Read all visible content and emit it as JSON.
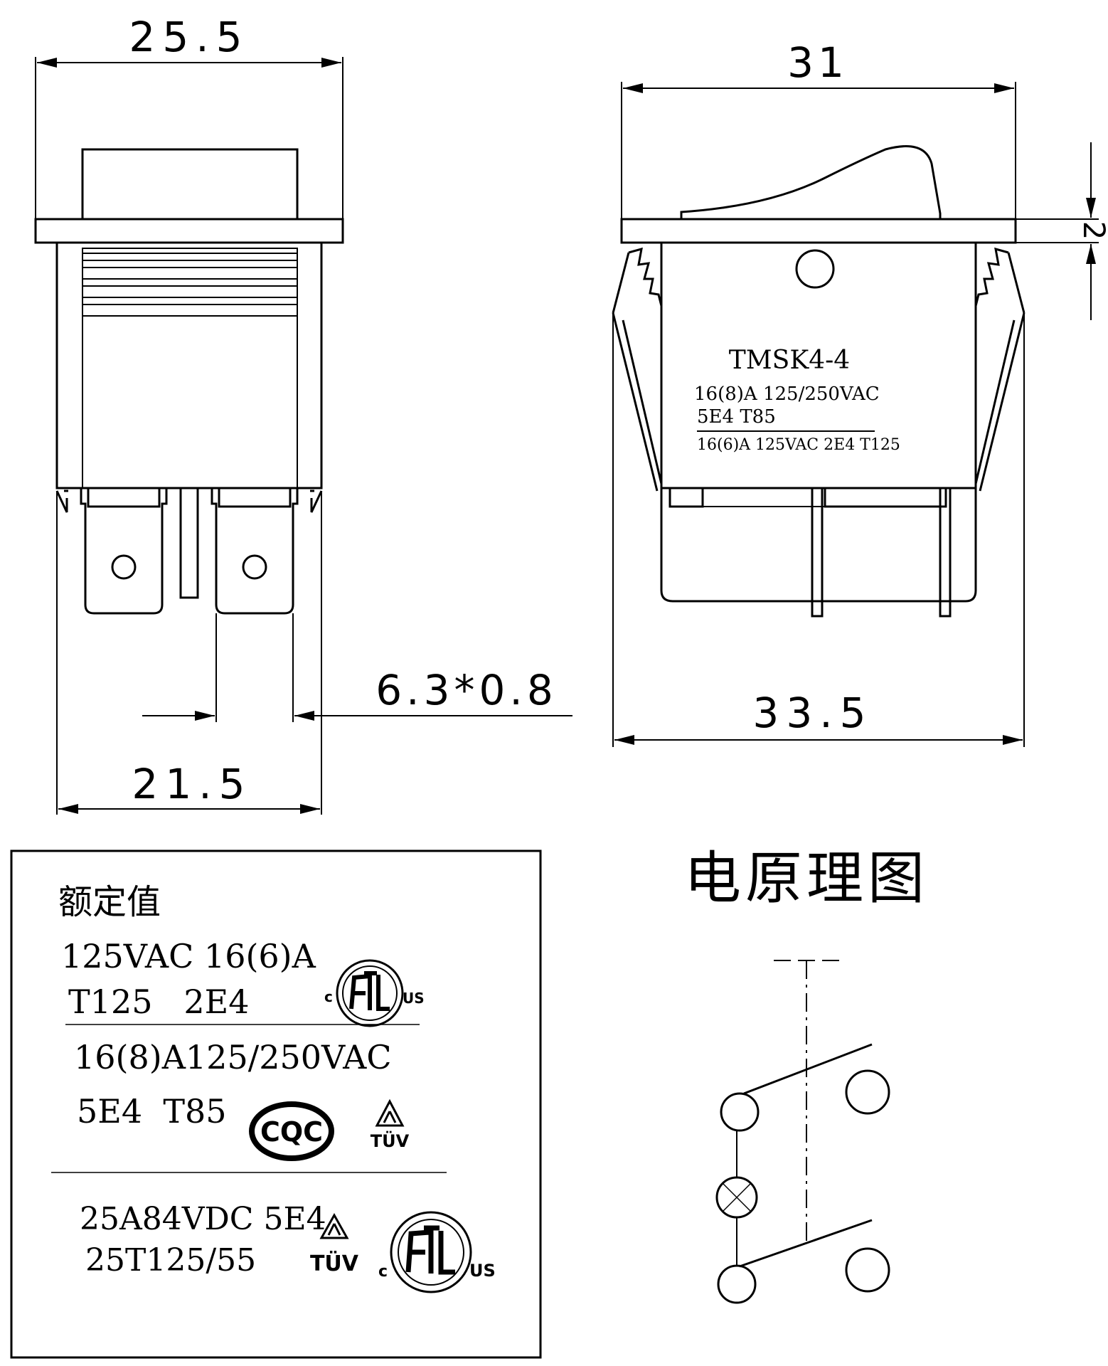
{
  "dimensions": {
    "front_width": "25.5",
    "front_pin_span": "21.5",
    "terminal_size": "6.3*0.8",
    "side_width": "31",
    "side_body_width": "33.5",
    "flange_thickness": "2"
  },
  "switch_marking": {
    "model": "TMSK4-4",
    "line1": "16(8)A 125/250VAC",
    "line2": "5E4 T85",
    "line3": "16(6)A 125VAC 2E4 T125"
  },
  "ratings_box": {
    "title": "额定值",
    "row1": "125VAC 16(6)A",
    "row2": "T125   2E4",
    "row3": "16(8)A125/250VAC",
    "row4": "5E4  T85",
    "row5": "25A84VDC 5E4",
    "row6": "25T125/55",
    "logo_etl_c": "c",
    "logo_etl_us": "US",
    "logo_cqc": "CQC",
    "logo_tuv": "TÜV"
  },
  "schematic": {
    "title": "电原理图"
  }
}
